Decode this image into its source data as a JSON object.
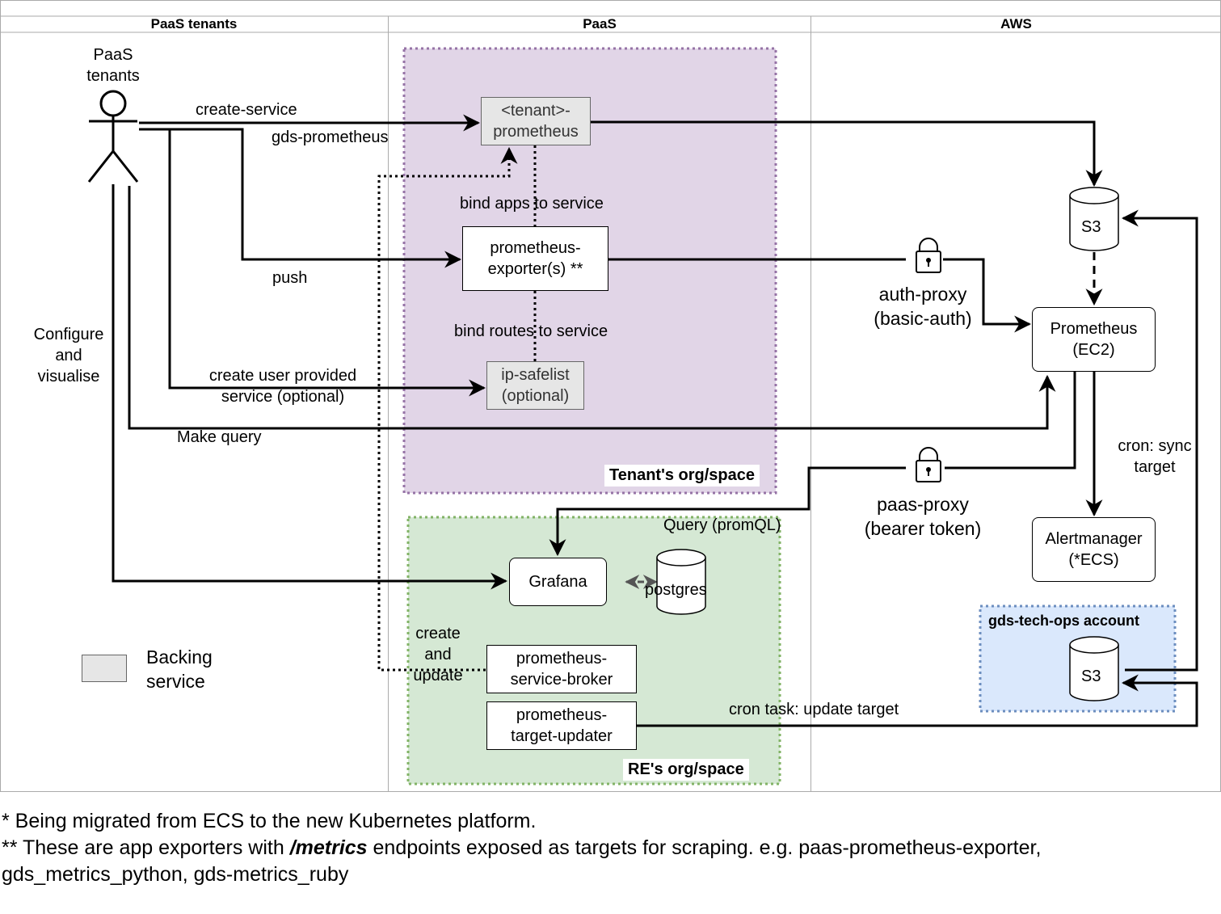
{
  "lanes": [
    {
      "id": "tenants",
      "label": "PaaS tenants"
    },
    {
      "id": "paas",
      "label": "PaaS"
    },
    {
      "id": "aws",
      "label": "AWS"
    }
  ],
  "actor": {
    "label": "PaaS\ntenants"
  },
  "regions": {
    "tenant_space": {
      "label": "Tenant's org/space",
      "color": "#e1d5e7",
      "border": "#9673a6"
    },
    "re_space": {
      "label": "RE's org/space",
      "color": "#d5e8d4",
      "border": "#82b366"
    },
    "tech_ops": {
      "label": "gds-tech-ops account",
      "color": "#dae8fc",
      "border": "#6c8ebf"
    }
  },
  "nodes": {
    "tenant_prometheus": "<tenant>-\nprometheus",
    "exporters": "prometheus-\nexporter(s) **",
    "ip_safelist": "ip-safelist\n(optional)",
    "grafana": "Grafana",
    "postgres": "postgres",
    "service_broker": "prometheus-\nservice-broker",
    "target_updater": "prometheus-\ntarget-updater",
    "s3_top": "S3",
    "prometheus_ec2": "Prometheus\n(EC2)",
    "alertmanager": "Alertmanager\n(*ECS)",
    "s3_bottom": "S3"
  },
  "edge_labels": {
    "create_service": "create-service",
    "gds_prometheus": "gds-prometheus",
    "bind_apps": "bind apps to service",
    "push": "push",
    "bind_routes": "bind routes to service",
    "create_user_provided": "create user provided\nservice (optional)",
    "configure": "Configure\nand\nvisualise",
    "make_query": "Make query",
    "auth_proxy": "auth-proxy\n(basic-auth)",
    "paas_proxy": "paas-proxy\n(bearer token)",
    "query_promql": "Query (promQL)",
    "cron_sync": "cron: sync\ntarget",
    "create_update": "create\nand\nupdate",
    "cron_task": "cron task: update target"
  },
  "legend": {
    "label": "Backing\nservice"
  },
  "footnotes": {
    "line1": "* Being migrated from ECS to the new Kubernetes platform.",
    "line2_prefix": "** These are app exporters with ",
    "line2_em": "/metrics",
    "line2_suffix": " endpoints exposed as targets for scraping. e.g. paas-prometheus-exporter,",
    "line3": "gds_metrics_python, gds-metrics_ruby"
  },
  "icons": [
    "lock-icon",
    "stick-figure-icon",
    "database-icon"
  ]
}
